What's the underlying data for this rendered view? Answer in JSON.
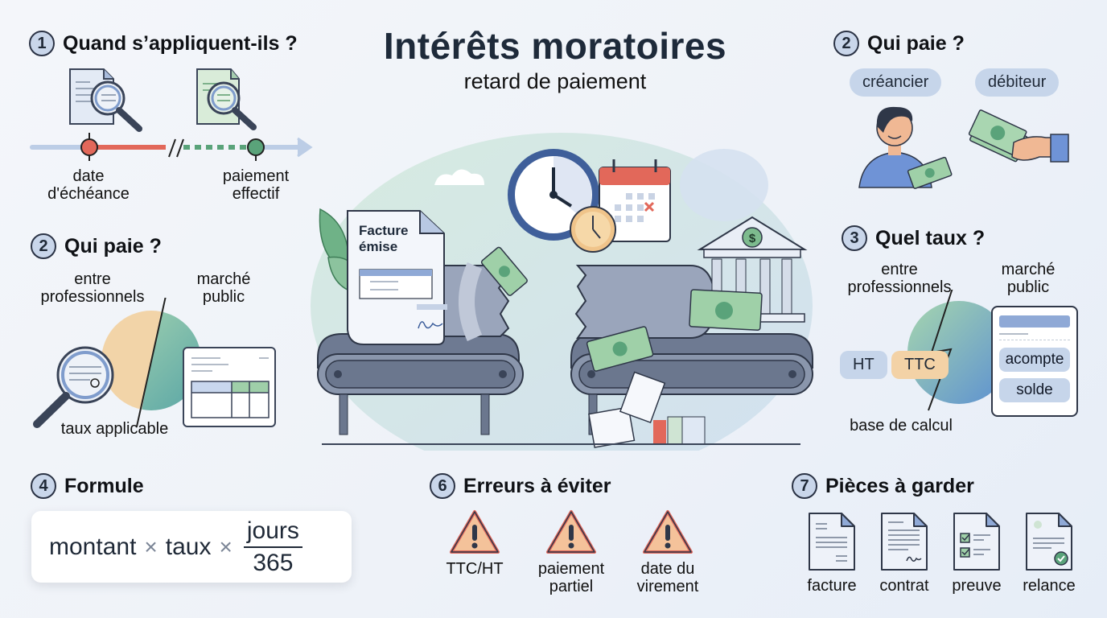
{
  "header": {
    "title": "Intérêts moratoires",
    "subtitle": "retard de paiement"
  },
  "sections": {
    "s1": {
      "number": "1",
      "title": "Quand s’appliquent-ils ?",
      "timeline_start_label": "date\nd'échéance",
      "timeline_start_line1": "date",
      "timeline_start_line2": "d'échéance",
      "timeline_end_line1": "paiement",
      "timeline_end_line2": "effectif"
    },
    "s2_left": {
      "number": "2",
      "title": "Qui paie ?",
      "label_left_line1": "entre",
      "label_left_line2": "professionnels",
      "label_right_line1": "marché",
      "label_right_line2": "public",
      "bottom_label": "taux applicable"
    },
    "s2_right": {
      "number": "2",
      "title": "Qui paie ?",
      "pill_creditor": "créancier",
      "pill_debtor": "débiteur"
    },
    "s3": {
      "number": "3",
      "title": "Quel taux ?",
      "label_left_line1": "entre",
      "label_left_line2": "professionnels",
      "label_right_line1": "marché",
      "label_right_line2": "public",
      "pill_ht": "HT",
      "pill_ttc": "TTC",
      "card_item1": "acompte",
      "card_item2": "solde",
      "bottom_label": "base de calcul"
    },
    "s4": {
      "number": "4",
      "title": "Formule",
      "term1": "montant",
      "op1": "×",
      "term2": "taux",
      "op2": "×",
      "numerator": "jours",
      "denominator": "365"
    },
    "s6": {
      "number": "6",
      "title": "Erreurs à éviter",
      "items": [
        {
          "line1": "TTC/HT",
          "line2": ""
        },
        {
          "line1": "paiement",
          "line2": "partiel"
        },
        {
          "line1": "date du",
          "line2": "virement"
        }
      ]
    },
    "s7": {
      "number": "7",
      "title": "Pièces à garder",
      "items": [
        "facture",
        "contrat",
        "preuve",
        "relance"
      ]
    }
  },
  "illustration": {
    "invoice_title_line1": "Facture",
    "invoice_title_line2": "émise",
    "bank_symbol": "$"
  },
  "colors": {
    "overdue_red": "#e2685a",
    "paid_green": "#5aa37a",
    "timeline_blue": "#bccde6",
    "warning_fill": "#f4c29a",
    "warning_border": "#e0665a",
    "pill_blue": "#c6d5ea",
    "pill_orange": "#f3d2a6",
    "title_navy": "#1e2a3a"
  }
}
